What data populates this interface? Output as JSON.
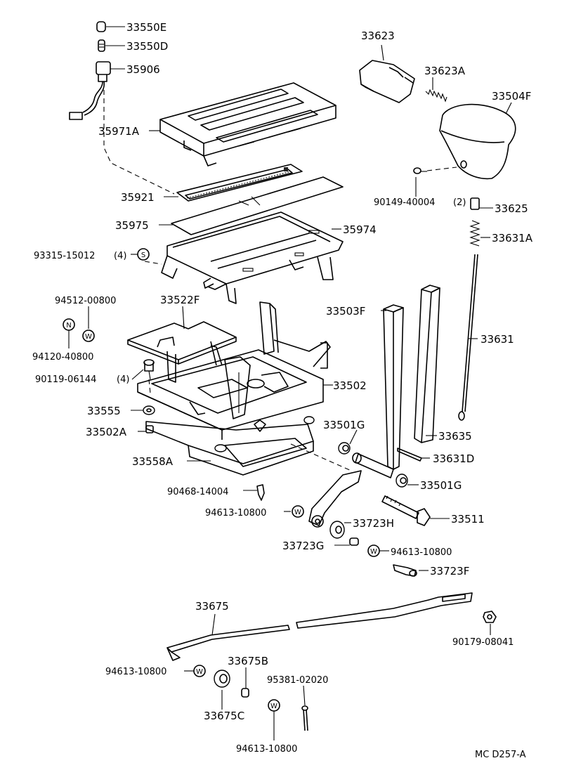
{
  "diagram": {
    "code": "MC D257-A",
    "symbols": {
      "washer": "W",
      "nut": "N",
      "screw": "S"
    },
    "parts": {
      "p33550E": "33550E",
      "p33550D": "33550D",
      "p35906": "35906",
      "p35971A": "35971A",
      "p35921": "35921",
      "p35975": "35975",
      "p35974": "35974",
      "p93315": "93315-15012",
      "q93315": "(4)",
      "p94512": "94512-00800",
      "p94120": "94120-40800",
      "p33522F": "33522F",
      "p90119": "90119-06144",
      "q90119": "(4)",
      "p33502": "33502",
      "p33555": "33555",
      "p33502A": "33502A",
      "p33558A": "33558A",
      "p90468": "90468-14004",
      "p94613a": "94613-10800",
      "p33623": "33623",
      "p33623A": "33623A",
      "p33504F": "33504F",
      "p90149": "90149-40004",
      "q90149": "(2)",
      "p33625": "33625",
      "p33631A": "33631A",
      "p33503F": "33503F",
      "p33631": "33631",
      "p33501G_top": "33501G",
      "p33635": "33635",
      "p33631D": "33631D",
      "p33501G_bot": "33501G",
      "p33723H": "33723H",
      "p33511": "33511",
      "p33723G": "33723G",
      "p94613b": "94613-10800",
      "p33723F": "33723F",
      "p33675": "33675",
      "p90179": "90179-08041",
      "p94613c": "94613-10800",
      "p33675B": "33675B",
      "p95381": "95381-02020",
      "p33675C": "33675C",
      "p94613d": "94613-10800"
    }
  }
}
